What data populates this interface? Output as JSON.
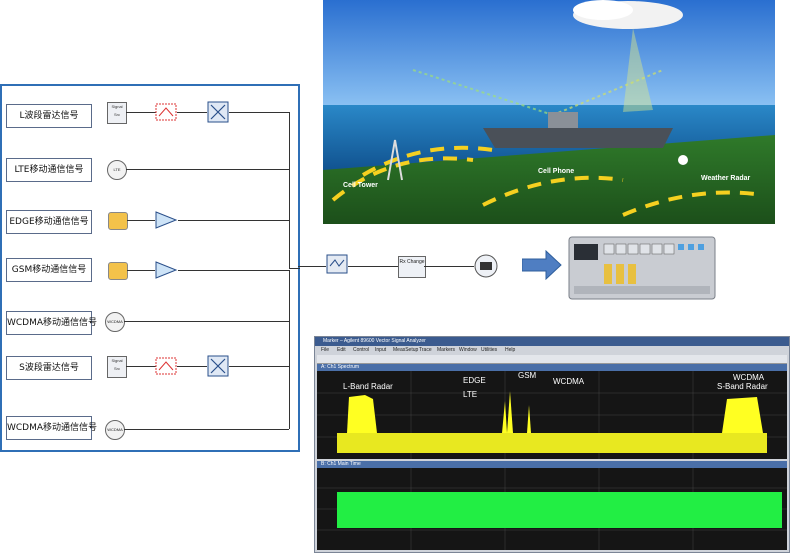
{
  "signals": [
    {
      "label": "L波段雷达信号"
    },
    {
      "label": "LTE移动通信信号"
    },
    {
      "label": "EDGE移动通信信号"
    },
    {
      "label": "GSM移动通信信号"
    },
    {
      "label": "WCDMA移动通信信号"
    },
    {
      "label": "S波段雷达信号"
    },
    {
      "label": "WCDMA移动通信信号"
    }
  ],
  "blocks": {
    "src1": "Signal Src",
    "lte": "LTE",
    "wcdma": "WCDMA",
    "wcdma2": "WCDMA",
    "src2": "Signal Src",
    "rx": "Rx Change"
  },
  "scene": {
    "cell_tower": "Cell Tower",
    "cell_phone": "Cell Phone",
    "weather_radar": "Weather Radar"
  },
  "vsa": {
    "title": "Marker – Agilent 89600 Vector Signal Analyzer",
    "menu": [
      "File",
      "Edit",
      "Control",
      "Input",
      "MeasSetup",
      "Trace",
      "Markers",
      "Window",
      "Utilities",
      "Help"
    ],
    "trace_a_title": "A: Ch1 Spectrum",
    "trace_b_title": "B: Ch1 Main Time",
    "spectrum_labels": {
      "l_band": "L-Band Radar",
      "edge": "EDGE",
      "gsm": "GSM",
      "wcdma1": "WCDMA",
      "lte": "LTE",
      "wcdma2": "WCDMA",
      "s_band": "S-Band Radar"
    }
  },
  "colors": {
    "panel_border": "#2f6fb6",
    "spectrum": "#ffff22",
    "time_trace": "#22ee44",
    "trace_bg": "#151515"
  }
}
